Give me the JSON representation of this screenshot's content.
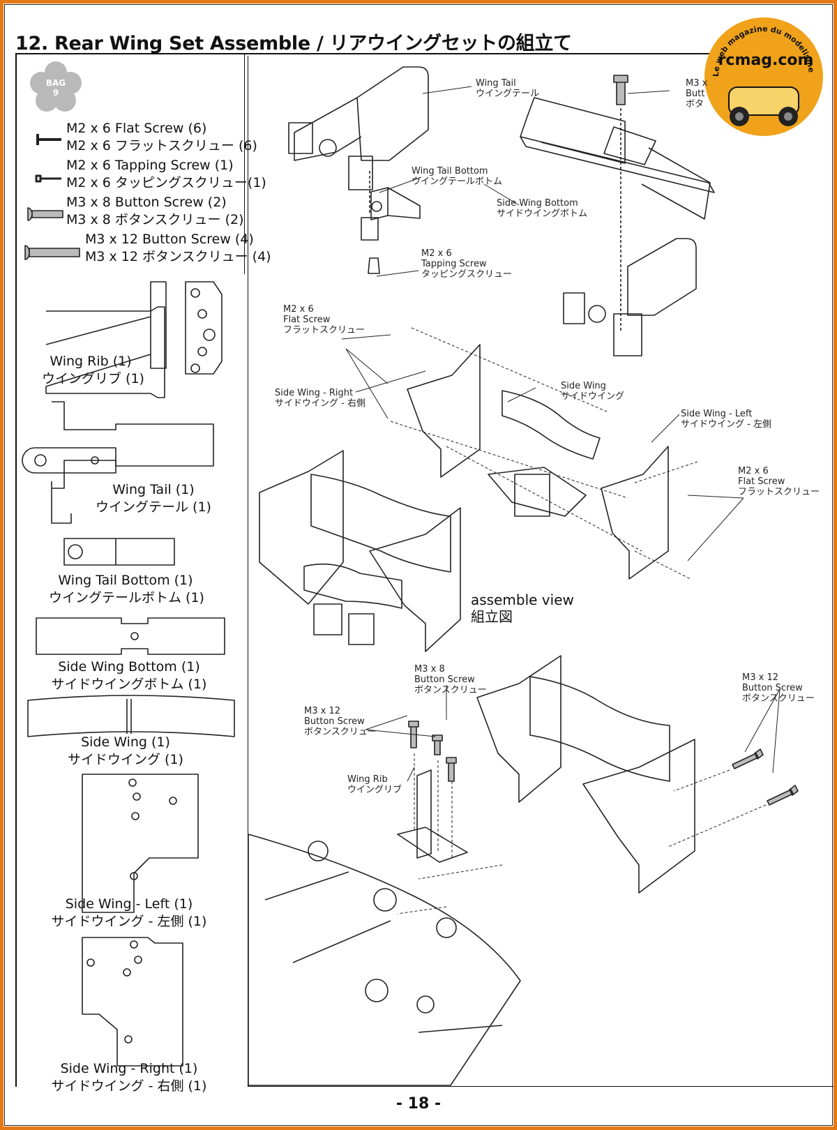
{
  "header": {
    "title": "12. Rear Wing Set Assemble / リアウイングセットの組立て",
    "logo_site": "rcmag.com",
    "logo_tagline": "Le web magazine du modelisme",
    "accent_color": "#e57a14"
  },
  "bag": {
    "label": "BAG",
    "number": "9"
  },
  "parts_list": [
    {
      "en": "M2 x 6 Flat Screw (6)",
      "jp": "M2 x 6 フラットスクリュー (6)"
    },
    {
      "en": "M2 x 6 Tapping Screw (1)",
      "jp": "M2 x 6 タッピングスクリュー(1)"
    },
    {
      "en": "M3 x 8 Button Screw (2)",
      "jp": "M3 x 8 ボタンスクリュー (2)"
    },
    {
      "en": "M3 x 12 Button Screw (4)",
      "jp": "M3 x 12 ボタンスクリュー (4)"
    }
  ],
  "part_pictures": [
    {
      "en": "Wing Rib (1)",
      "jp": "ウイングリブ (1)"
    },
    {
      "en": "Wing Tail (1)",
      "jp": "ウイングテール (1)"
    },
    {
      "en": "Wing Tail Bottom (1)",
      "jp": "ウイングテールボトム (1)"
    },
    {
      "en": "Side Wing Bottom (1)",
      "jp": "サイドウイングボトム (1)"
    },
    {
      "en": "Side Wing (1)",
      "jp": "サイドウイング (1)"
    },
    {
      "en": "Side Wing - Left (1)",
      "jp": "サイドウイング - 左側 (1)"
    },
    {
      "en": "Side Wing - Right (1)",
      "jp": "サイドウイング - 右側 (1)"
    }
  ],
  "callouts": {
    "wing_tail": [
      "Wing Tail",
      "ウイングテール"
    ],
    "m3_top": [
      "M3 x",
      "Butt",
      "ボタ"
    ],
    "wing_tail_bottom": [
      "Wing Tail Bottom",
      "ウイングテールボトム"
    ],
    "side_wing_bottom": [
      "Side Wing Bottom",
      "サイドウイングボトム"
    ],
    "tapping": [
      "M2 x 6",
      "Tapping Screw",
      "タッピングスクリュー"
    ],
    "flat_left": [
      "M2 x 6",
      "Flat Screw",
      "フラットスクリュー"
    ],
    "side_wing": [
      "Side Wing",
      "サイドウイング"
    ],
    "side_wing_right": [
      "Side Wing - Right",
      "サイドウイング - 右側"
    ],
    "side_wing_left": [
      "Side Wing - Left",
      "サイドウイング - 左側"
    ],
    "flat_right": [
      "M2 x 6",
      "Flat Screw",
      "フラットスクリュー"
    ],
    "m3x8": [
      "M3 x 8",
      "Button Screw",
      "ボタンスクリュー"
    ],
    "m3x12_left": [
      "M3 x 12",
      "Button Screw",
      "ボタンスクリュー"
    ],
    "m3x12_right": [
      "M3 x 12",
      "Button Screw",
      "ボタンスクリュー"
    ],
    "wing_rib": [
      "Wing Rib",
      "ウイングリブ"
    ]
  },
  "assemble_view": {
    "en": "assemble view",
    "jp": "組立図"
  },
  "page_number": "- 18 -"
}
